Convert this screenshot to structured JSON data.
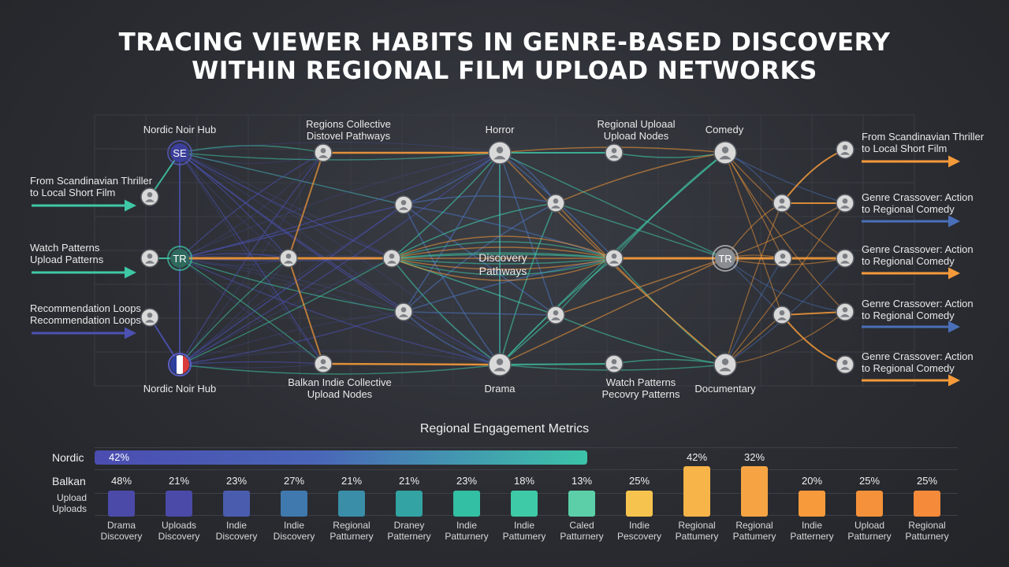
{
  "title": {
    "line1": "TRACING VIEWER HABITS IN GENRE-BASED DISCOVERY",
    "line2": "WITHIN REGIONAL FILM UPLOAD NETWORKS"
  },
  "network": {
    "top_labels": {
      "nordic_hub": "Nordic Noir Hub",
      "regions_collective": "Regions Collective\nDistovel Pathways",
      "horror": "Horror",
      "regional_upload": "Regional Uploaal\nUpload Nodes",
      "comedy": "Comedy"
    },
    "bottom_labels": {
      "nordic_hub": "Nordic Noir Hub",
      "balkan": "Balkan Indie Collective\nUpload Nodes",
      "drama": "Drama",
      "watch_patterns": "Watch Patterns\nPecovry Patterns",
      "documentary": "Documentary"
    },
    "center_label": "Discovery\nPathways",
    "node_badges": {
      "se": "SE",
      "tr_left": "TR",
      "tr_right": "TR"
    },
    "left_inputs": [
      {
        "text": "From Scandinavian Thriller\nto Local Short Film",
        "color": "#3fc8a6"
      },
      {
        "text": "Watch Patterns\nUpload Patterns",
        "color": "#3fc8a6"
      },
      {
        "text": "Recommendation Loops\nRecommendation Loops",
        "color": "#4c52b2"
      }
    ],
    "right_outputs": [
      {
        "text": "From Scandinavian Thriller\nto Local Short Film",
        "color": "#f59a3a"
      },
      {
        "text": "Genre Crassover: Action\nto Regional Comedy",
        "color": "#4a6fb8"
      },
      {
        "text": "Genre Crassover: Action\nto Regional Comedy",
        "color": "#f59a3a"
      },
      {
        "text": "Genre Crassover: Action\nto Regional Comedy",
        "color": "#4a6fb8"
      },
      {
        "text": "Genre Crassover: Action\nto Regional Comedy",
        "color": "#f59a3a"
      }
    ]
  },
  "metrics": {
    "title": "Regional Engagement Metrics",
    "nordic_label": "Nordic",
    "nordic_value": "42%",
    "nordic_fraction": 0.42,
    "balkan_label": "Balkan",
    "upload_label": "Upload\nUploads",
    "columns": [
      {
        "pct": "48%",
        "cat": "Drama\nDiscovery",
        "color": "#4b4aa8",
        "bar": "short"
      },
      {
        "pct": "21%",
        "cat": "Uploads\nDiscovery",
        "color": "#4b4aa8",
        "bar": "short"
      },
      {
        "pct": "23%",
        "cat": "Indie\nDiscovery",
        "color": "#4a5cae",
        "bar": "short"
      },
      {
        "pct": "27%",
        "cat": "Indie\nDiscovery",
        "color": "#3f79ad",
        "bar": "short"
      },
      {
        "pct": "21%",
        "cat": "Regional\nPatturnery",
        "color": "#3a8ea8",
        "bar": "short"
      },
      {
        "pct": "21%",
        "cat": "Draney\nPatternery",
        "color": "#33a3a3",
        "bar": "short"
      },
      {
        "pct": "23%",
        "cat": "Indie\nPatturnery",
        "color": "#33bfa3",
        "bar": "short"
      },
      {
        "pct": "18%",
        "cat": "Indie\nPattumery",
        "color": "#3ecaa6",
        "bar": "short"
      },
      {
        "pct": "13%",
        "cat": "Caled\nPatturnery",
        "color": "#5ccfa8",
        "bar": "short"
      },
      {
        "pct": "25%",
        "cat": "Indie\nPescovery",
        "color": "#f6c44e",
        "bar": "short"
      },
      {
        "pct": "42%",
        "cat": "Regional\nPattumery",
        "color": "#f7b448",
        "bar": "tall"
      },
      {
        "pct": "32%",
        "cat": "Regional\nPattumery",
        "color": "#f6a443",
        "bar": "tall"
      },
      {
        "pct": "20%",
        "cat": "Indie\nPatternery",
        "color": "#f79a3c",
        "bar": "short"
      },
      {
        "pct": "25%",
        "cat": "Upload\nPatturnery",
        "color": "#f5913a",
        "bar": "short"
      },
      {
        "pct": "25%",
        "cat": "Regional\nPatturnery",
        "color": "#f58a3a",
        "bar": "short"
      }
    ]
  },
  "colors": {
    "teal": "#3fc8a6",
    "indigo": "#4c52b2",
    "orange": "#f59a3a",
    "blue": "#4a6fb8"
  }
}
